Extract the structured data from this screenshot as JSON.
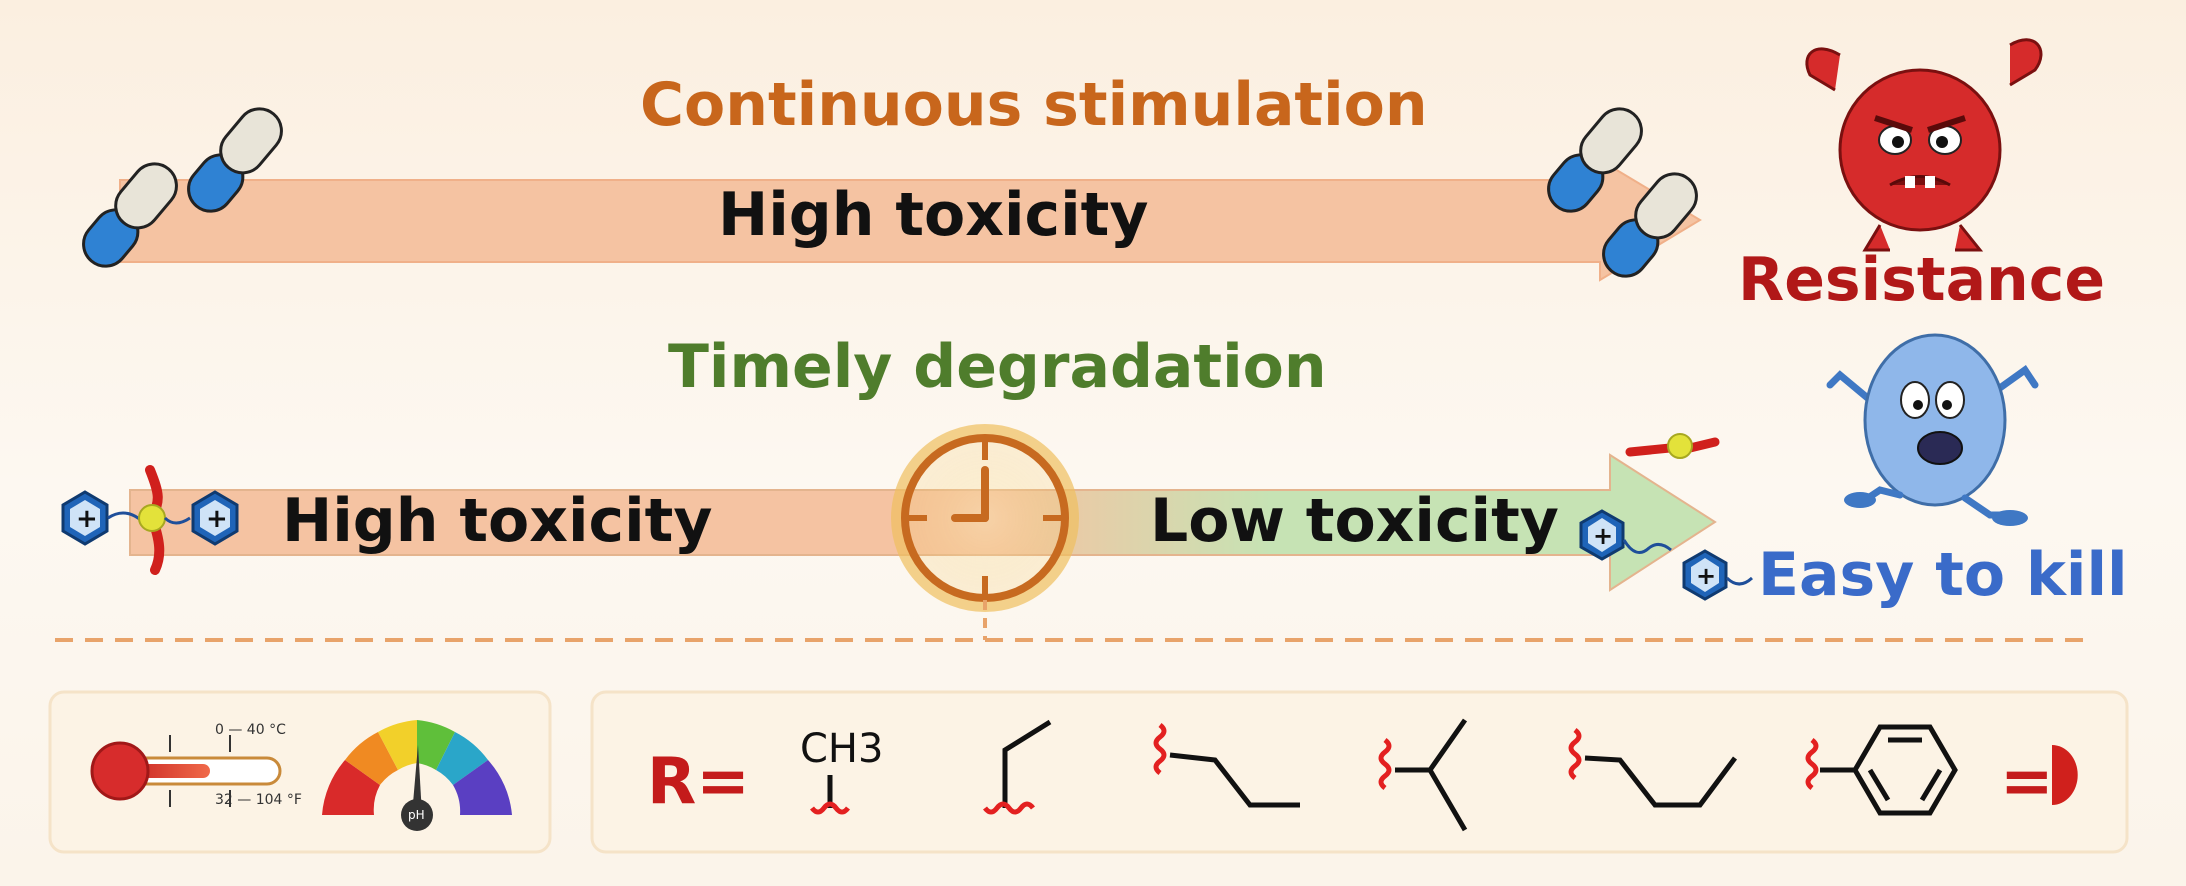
{
  "top": {
    "title": "Continuous stimulation",
    "arrow_label": "High toxicity",
    "outcome": "Resistance"
  },
  "middle": {
    "title": "Timely degradation",
    "arrow_label_left": "High toxicity",
    "arrow_label_right": "Low toxicity",
    "outcome": "Easy to kill"
  },
  "bottom": {
    "r_label": "R=",
    "ch3_label": "CH3",
    "equals_label": "=",
    "thermometer": {
      "celsius_ticks": "0 — 40 °C",
      "fahrenheit_ticks": "32 — 104 °F"
    },
    "ph_label": "pH"
  },
  "colors": {
    "orange_title": "#c8661c",
    "green_title": "#4f7d2c",
    "resistance_red": "#b11818",
    "easy_blue": "#3a6bc9",
    "arrow_peach": "#f5c3a2",
    "arrow_green": "#c6e3b4"
  },
  "icons": [
    "capsule-icon",
    "angry-bacterium-icon",
    "scared-bacterium-icon",
    "clock-icon",
    "thermometer-icon",
    "ph-gauge-icon",
    "cationic-ring-icon"
  ]
}
